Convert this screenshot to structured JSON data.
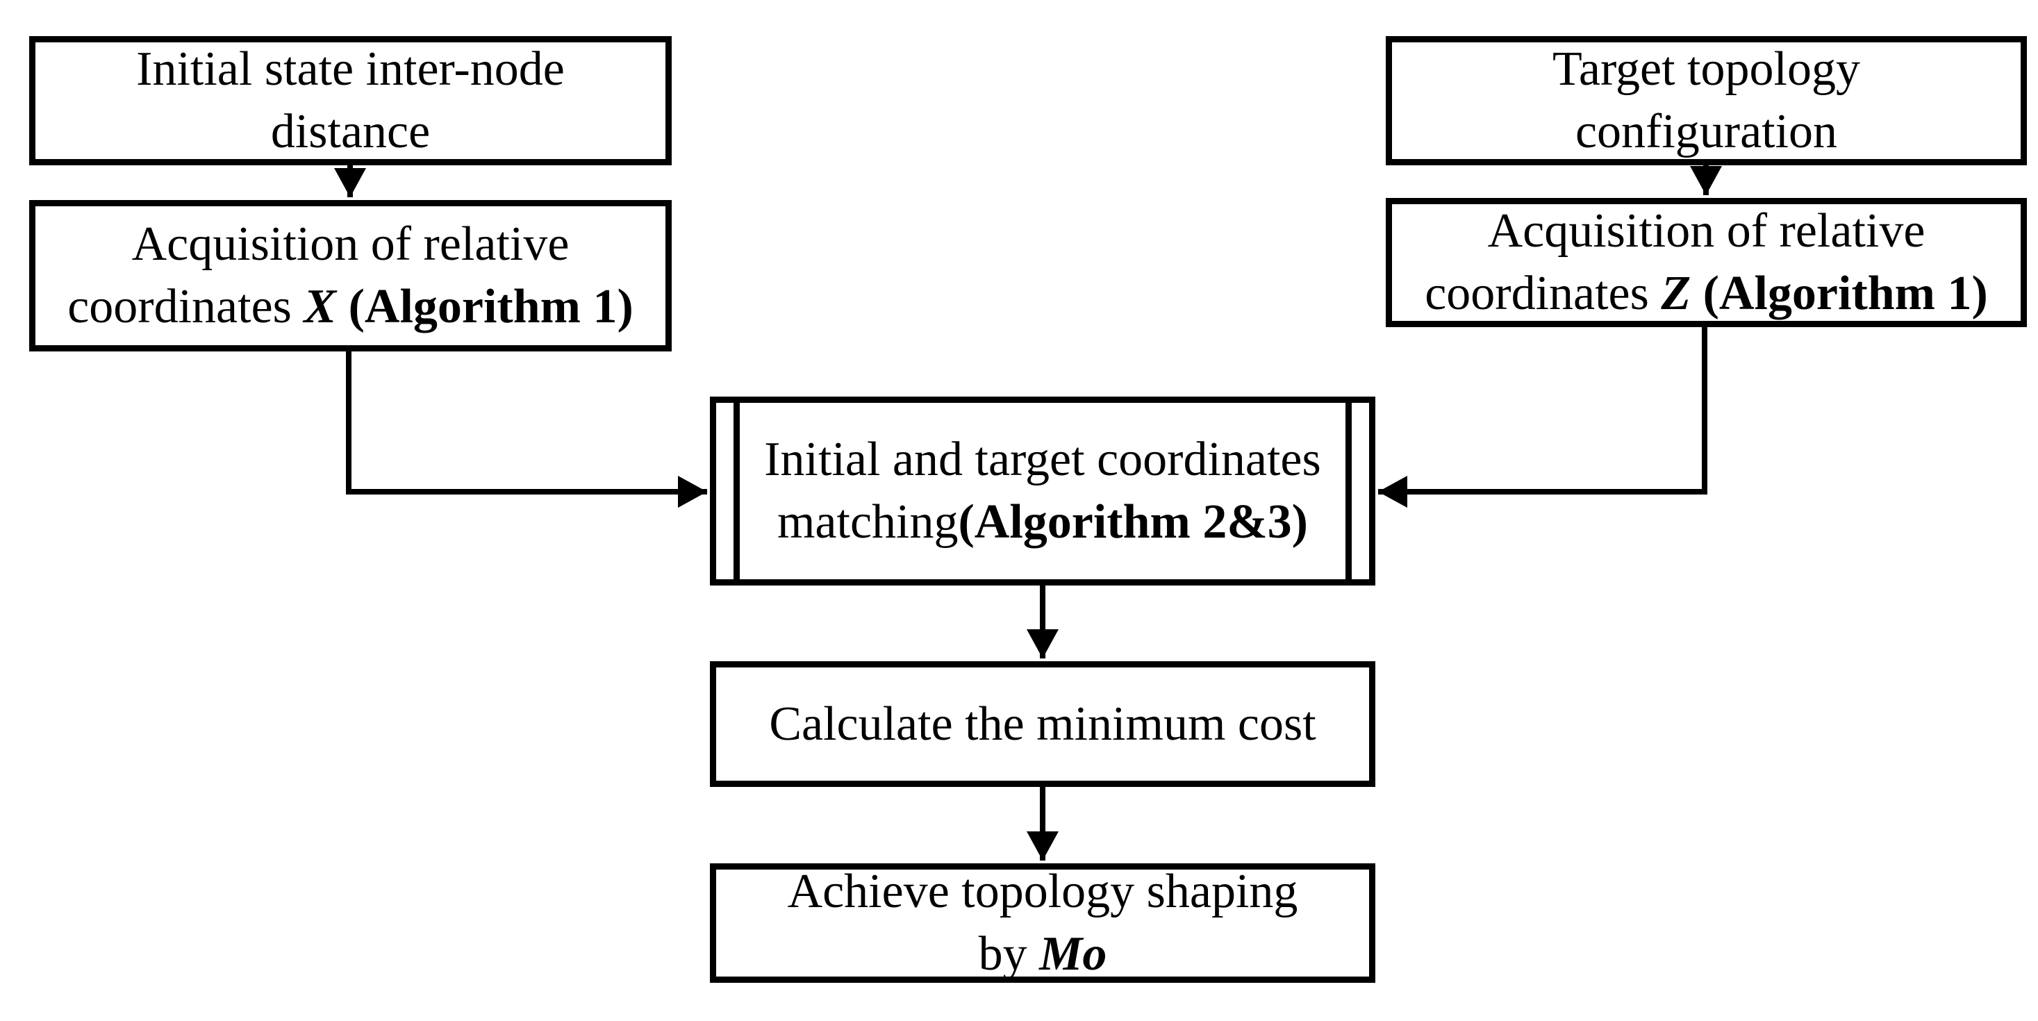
{
  "figure": {
    "type": "flowchart",
    "colors": {
      "background": "#ffffff",
      "stroke": "#000000",
      "text": "#000000"
    }
  },
  "nodes": {
    "initial_state": {
      "line1": "Initial state inter-node",
      "line2": "distance"
    },
    "target_topology": {
      "line1": "Target topology",
      "line2": "configuration"
    },
    "acq_x": {
      "line1": "Acquisition of relative",
      "line2_pre": "coordinates ",
      "line2_var": "X",
      "line2_bold": " (Algorithm 1)"
    },
    "acq_z": {
      "line1": "Acquisition of relative",
      "line2_pre": "coordinates ",
      "line2_var": "Z",
      "line2_bold": " (Algorithm 1)"
    },
    "matching": {
      "line1": "Initial and target coordinates",
      "line2_pre": "matching",
      "line2_bold": "(Algorithm 2&3)"
    },
    "min_cost": {
      "line1": "Calculate the minimum cost"
    },
    "achieve": {
      "line1": "Achieve topology shaping",
      "line2_pre": "by ",
      "line2_var": "Mo"
    }
  }
}
